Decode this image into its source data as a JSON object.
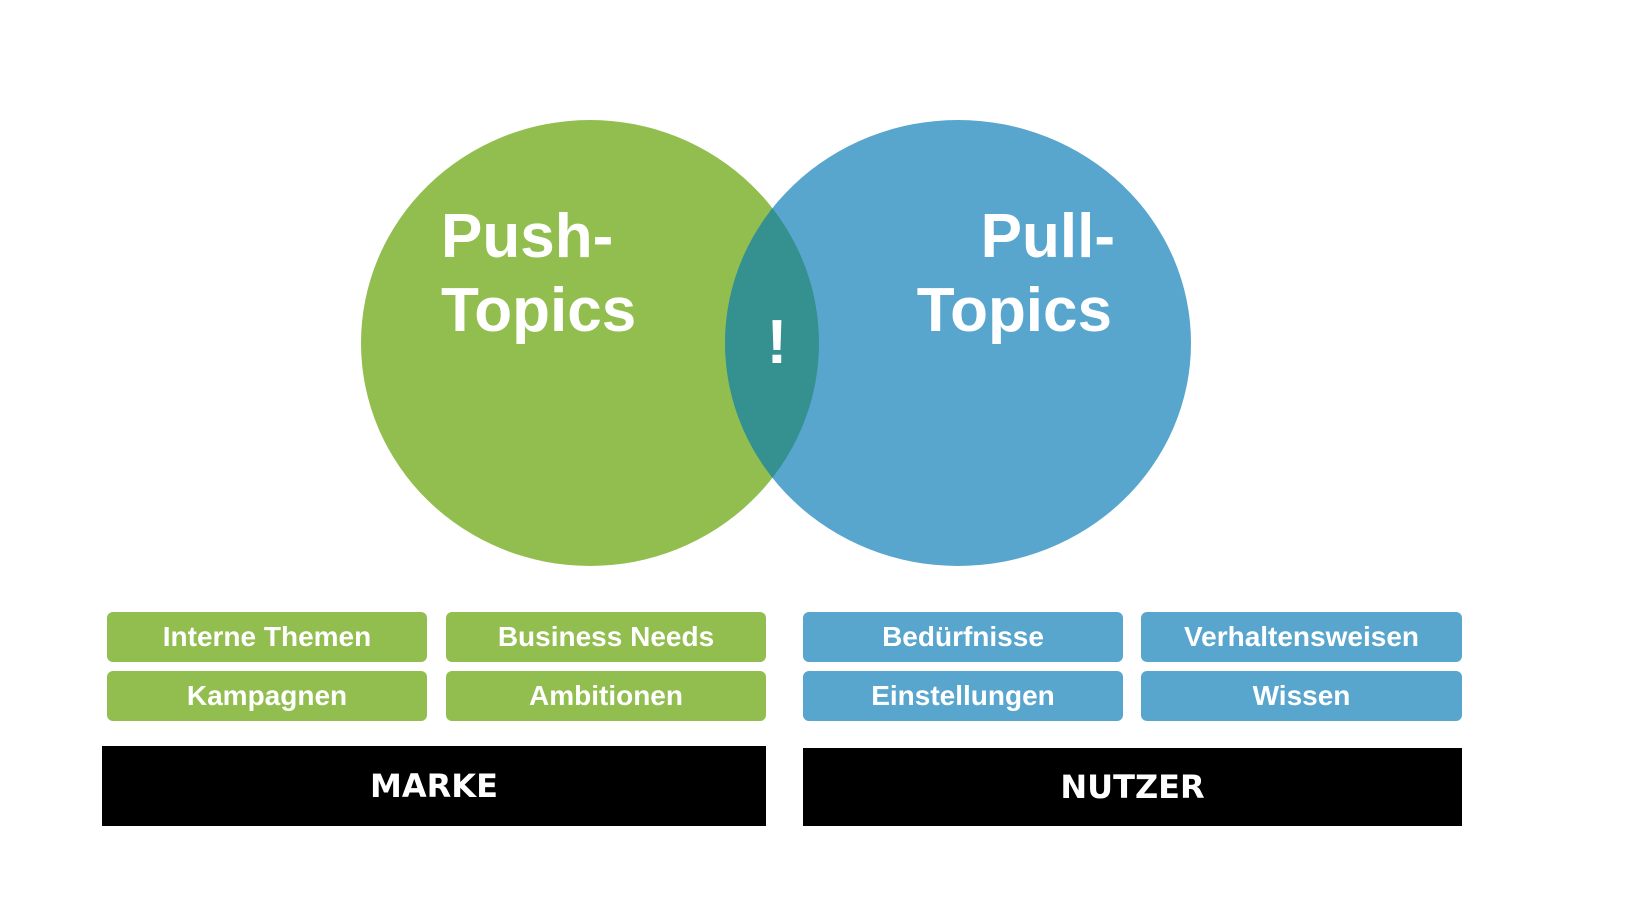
{
  "colors": {
    "green": "#92be4f",
    "blue": "#58a6cd",
    "overlap": "#35918f",
    "bar": "#000000",
    "text": "#ffffff"
  },
  "venn": {
    "left": {
      "line1": "Push-",
      "line2": "Topics"
    },
    "right": {
      "line1": "Pull-",
      "line2": "Topics"
    },
    "overlap_label": "!"
  },
  "marke": {
    "items": [
      "Interne Themen",
      "Business Needs",
      "Kampagnen",
      "Ambitionen"
    ],
    "label": "MARKE"
  },
  "nutzer": {
    "items": [
      "Bedürfnisse",
      "Verhaltensweisen",
      "Einstellungen",
      "Wissen"
    ],
    "label": "NUTZER"
  }
}
